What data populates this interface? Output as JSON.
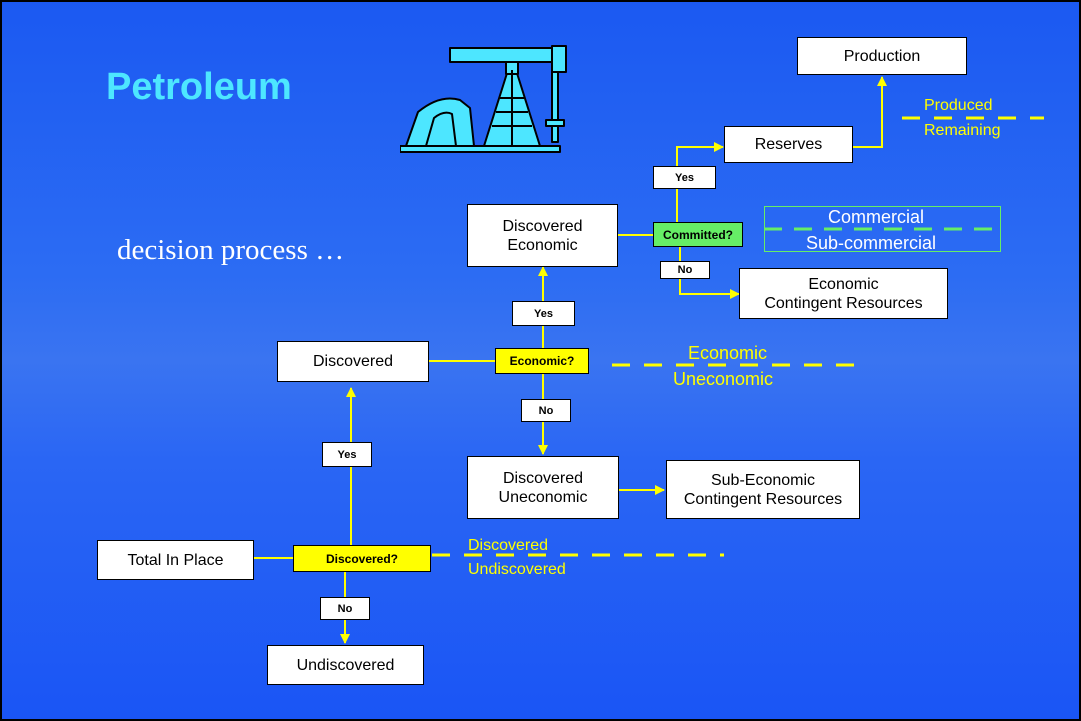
{
  "title": "Petroleum",
  "subtitle": "decision process …",
  "icons": {
    "pumpjack": "oil-pumpjack-icon"
  },
  "colors": {
    "background": "#2a66f4",
    "title": "#4de6ff",
    "connector": "#ffff00",
    "question_yellow": "#ffff00",
    "question_green": "#66ee66",
    "commercial_divider": "#66ee66"
  },
  "boxes": {
    "production": "Production",
    "reserves": "Reserves",
    "discovered_economic": "Discovered\nEconomic",
    "economic_contingent": "Economic\nContingent Resources",
    "discovered": "Discovered",
    "discovered_uneconomic": "Discovered\nUneconomic",
    "subeconomic_contingent": "Sub-Economic\nContingent Resources",
    "total_in_place": "Total In Place",
    "undiscovered": "Undiscovered"
  },
  "questions": {
    "committed": "Committed?",
    "economic": "Economic?",
    "discovered": "Discovered?"
  },
  "answers": {
    "committed_yes": "Yes",
    "committed_no": "No",
    "economic_yes": "Yes",
    "economic_no": "No",
    "discovered_yes": "Yes",
    "discovered_no": "No"
  },
  "divider_labels": {
    "produced": "Produced",
    "remaining": "Remaining",
    "commercial": "Commercial",
    "subcommercial": "Sub-commercial",
    "economic": "Economic",
    "uneconomic": "Uneconomic",
    "discovered": "Discovered",
    "undiscovered": "Undiscovered"
  }
}
